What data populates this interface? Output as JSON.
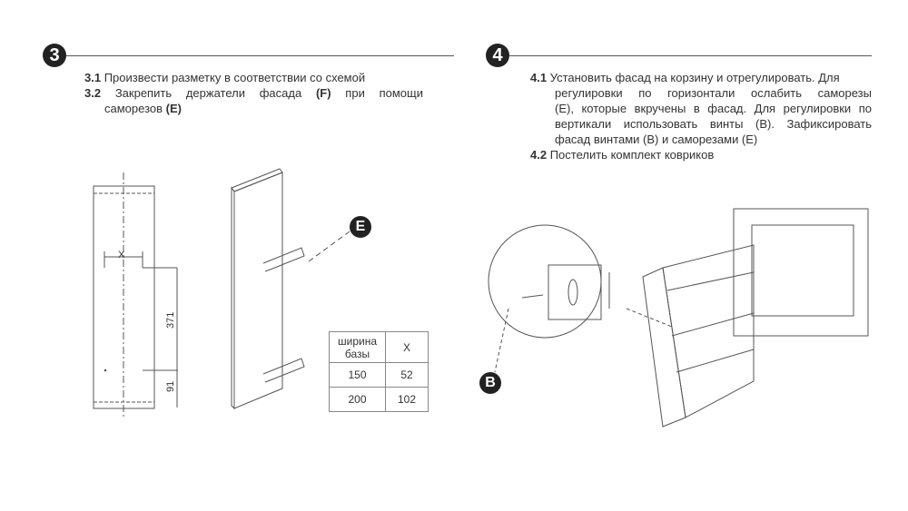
{
  "step3": {
    "number": "3",
    "items": [
      {
        "num": "3.1",
        "text": "Произвести разметку в соответствии со схемой"
      },
      {
        "num": "3.2",
        "text_line1": "Закрепить держатели фасада",
        "f": "(F)",
        "text_line1b": "при помощи",
        "text_line2": "саморезов",
        "e": "(E)"
      }
    ],
    "drawing": {
      "x_label": "X",
      "dim_371": "371",
      "dim_91": "91",
      "callout_e": "E"
    },
    "table": {
      "header": [
        "ширина базы",
        "X"
      ],
      "rows": [
        [
          "150",
          "52"
        ],
        [
          "200",
          "102"
        ]
      ]
    }
  },
  "step4": {
    "number": "4",
    "item1_num": "4.1",
    "item1_lines": [
      "Установить фасад на корзину и отрегулировать. Для",
      "регулировки по горизонтали ослабить саморезы",
      "(E), которые вкручены в фасад. Для регулировки по",
      "вертикали использовать винты (B). Зафиксировать",
      "фасад винтами (B) и саморезами (E)"
    ],
    "item2_num": "4.2",
    "item2_text": "Постелить комплект ковриков",
    "callout_b": "B"
  }
}
